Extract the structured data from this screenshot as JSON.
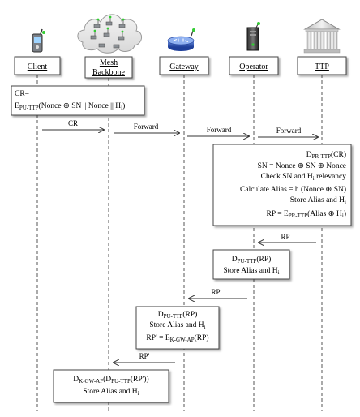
{
  "actors": [
    {
      "id": "client",
      "label": "Client",
      "icon": "phone-icon"
    },
    {
      "id": "mesh",
      "label": "Mesh Backbone",
      "line1": "Mesh",
      "line2": "Backbone",
      "icon": "mesh-cloud-icon"
    },
    {
      "id": "gateway",
      "label": "Gateway",
      "icon": "router-icon"
    },
    {
      "id": "operator",
      "label": "Operator",
      "icon": "server-tower-icon"
    },
    {
      "id": "ttp",
      "label": "TTP",
      "icon": "institution-building-icon"
    }
  ],
  "cr_box": {
    "line1": "CR=",
    "line2": "E",
    "line2_sub": "PU-TTP",
    "line2_rest": "(Nonce ⊕ SN || Nonce || H",
    "line2_sub2": "i",
    "line2_end": ")"
  },
  "messages": [
    {
      "id": "m1",
      "label": "CR"
    },
    {
      "id": "m2",
      "label": "Forward"
    },
    {
      "id": "m3",
      "label": "Forward"
    },
    {
      "id": "m4",
      "label": "Forward"
    },
    {
      "id": "m5",
      "label": "RP"
    },
    {
      "id": "m6",
      "label": "RP"
    },
    {
      "id": "m7",
      "label": "RP'"
    }
  ],
  "ttp_box": {
    "l1_main": "D",
    "l1_sub": "PR-TTP",
    "l1_rest": "(CR)",
    "l2": "SN = Nonce ⊕ SN ⊕ Nonce",
    "l3_a": "Check SN and H",
    "l3_sub": "i",
    "l3_b": " relevancy",
    "l4": "Calculate Alias = h (Nonce ⊕ SN)",
    "l5_a": "Store Alias and H",
    "l5_sub": "i",
    "l6_a": "RP = E",
    "l6_sub": "PR-TTP",
    "l6_b": "(Alias ⊕ H",
    "l6_sub2": "i",
    "l6_c": ")"
  },
  "operator_box": {
    "l1_main": "D",
    "l1_sub": "PU-TTP",
    "l1_rest": "(RP)",
    "l2_a": "Store Alias and H",
    "l2_sub": "i"
  },
  "gateway_box": {
    "l1_main": "D",
    "l1_sub": "PU-TTP",
    "l1_rest": "(RP)",
    "l2_a": "Store Alias and H",
    "l2_sub": "i",
    "l3_a": "RP' = E",
    "l3_sub": "K-GW-AP",
    "l3_b": "(RP)"
  },
  "mesh_box": {
    "l1_main": "D",
    "l1_sub": "K-GW-AP",
    "l1_mid": "(D",
    "l1_sub2": "PU-TTP",
    "l1_rest": "(RP'))",
    "l2_a": "Store Alias and H",
    "l2_sub": "i"
  }
}
